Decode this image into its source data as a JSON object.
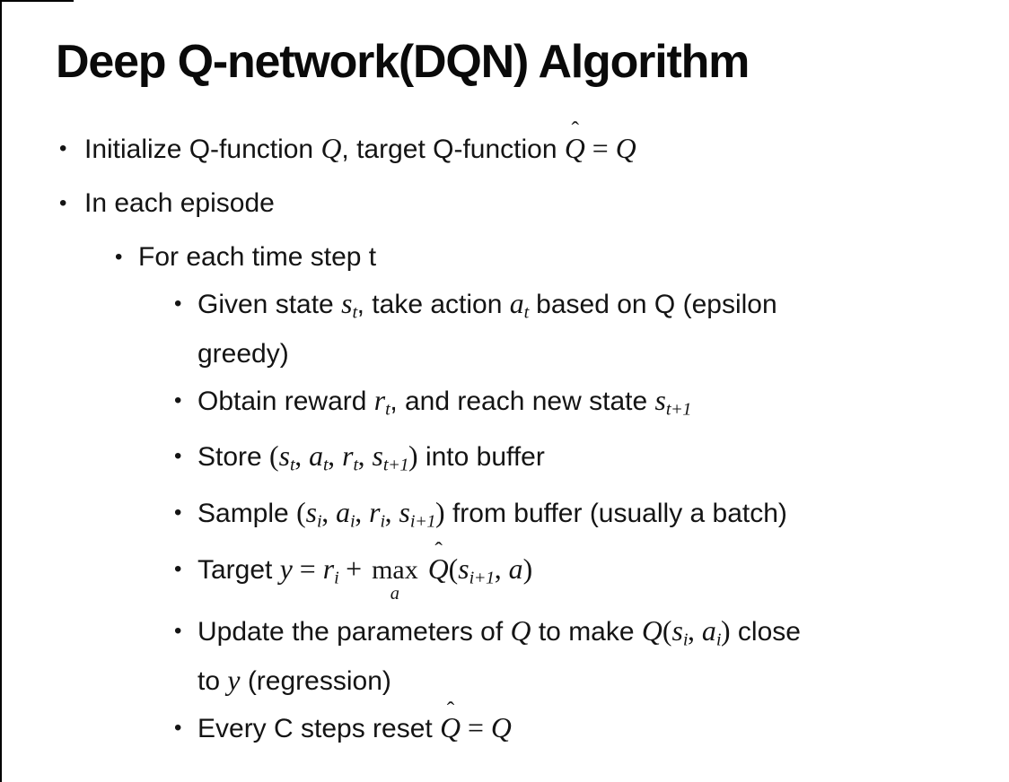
{
  "slide": {
    "title": "Deep Q-network(DQN) Algorithm",
    "bullet_char": "•",
    "background": "#ffffff",
    "text_color": "#141414",
    "border_color": "#000000",
    "bullets": [
      {
        "level": 1,
        "segments": [
          {
            "t": "Initialize Q-function "
          },
          {
            "m": "Q"
          },
          {
            "t": ", target Q-function "
          },
          {
            "m": "Q",
            "hat": true
          },
          {
            "mt": " = "
          },
          {
            "m": "Q"
          }
        ]
      },
      {
        "level": 1,
        "segments": [
          {
            "t": "In each episode"
          }
        ]
      },
      {
        "level": 2,
        "segments": [
          {
            "t": "For each time step t"
          }
        ]
      },
      {
        "level": 3,
        "segments": [
          {
            "t": "Given state "
          },
          {
            "m": "s",
            "sub": "t"
          },
          {
            "t": ", take action "
          },
          {
            "m": "a",
            "sub": "t"
          },
          {
            "t": " based on Q (epsilon"
          },
          {
            "br": true
          },
          {
            "t": "greedy)"
          }
        ]
      },
      {
        "level": 3,
        "segments": [
          {
            "t": "Obtain reward "
          },
          {
            "m": "r",
            "sub": "t"
          },
          {
            "t": ", and reach new state "
          },
          {
            "m": "s",
            "sub": "t+1"
          }
        ]
      },
      {
        "level": 3,
        "segments": [
          {
            "t": "Store "
          },
          {
            "mt": "("
          },
          {
            "m": "s",
            "sub": "t"
          },
          {
            "mt": ", "
          },
          {
            "m": "a",
            "sub": "t"
          },
          {
            "mt": ", "
          },
          {
            "m": "r",
            "sub": "t"
          },
          {
            "mt": ", "
          },
          {
            "m": "s",
            "sub": "t+1"
          },
          {
            "mt": ")"
          },
          {
            "t": " into buffer"
          }
        ]
      },
      {
        "level": 3,
        "segments": [
          {
            "t": "Sample "
          },
          {
            "mt": "("
          },
          {
            "m": "s",
            "sub": "i"
          },
          {
            "mt": ", "
          },
          {
            "m": "a",
            "sub": "i"
          },
          {
            "mt": ", "
          },
          {
            "m": "r",
            "sub": "i"
          },
          {
            "mt": ", "
          },
          {
            "m": "s",
            "sub": "i+1"
          },
          {
            "mt": ")"
          },
          {
            "t": " from buffer (usually a batch)"
          }
        ]
      },
      {
        "level": 3,
        "segments": [
          {
            "t": "Target "
          },
          {
            "m": "y"
          },
          {
            "mt": " = "
          },
          {
            "m": "r",
            "sub": "i"
          },
          {
            "mt": " + "
          },
          {
            "limop": {
              "op": "max",
              "under": "a"
            }
          },
          {
            "mt": " "
          },
          {
            "m": "Q",
            "hat": true
          },
          {
            "mt": "("
          },
          {
            "m": "s",
            "sub": "i+1"
          },
          {
            "mt": ", "
          },
          {
            "m": "a"
          },
          {
            "mt": ")"
          }
        ]
      },
      {
        "level": 3,
        "segments": [
          {
            "t": "Update the parameters of "
          },
          {
            "m": "Q"
          },
          {
            "t": " to make "
          },
          {
            "m": "Q"
          },
          {
            "mt": "("
          },
          {
            "m": "s",
            "sub": "i"
          },
          {
            "mt": ", "
          },
          {
            "m": "a",
            "sub": "i"
          },
          {
            "mt": ")"
          },
          {
            "t": " close"
          },
          {
            "br": true
          },
          {
            "t": "to "
          },
          {
            "m": "y"
          },
          {
            "t": " (regression)"
          }
        ]
      },
      {
        "level": 3,
        "segments": [
          {
            "t": "Every C steps reset "
          },
          {
            "m": "Q",
            "hat": true
          },
          {
            "mt": " = "
          },
          {
            "m": "Q"
          }
        ]
      }
    ]
  }
}
